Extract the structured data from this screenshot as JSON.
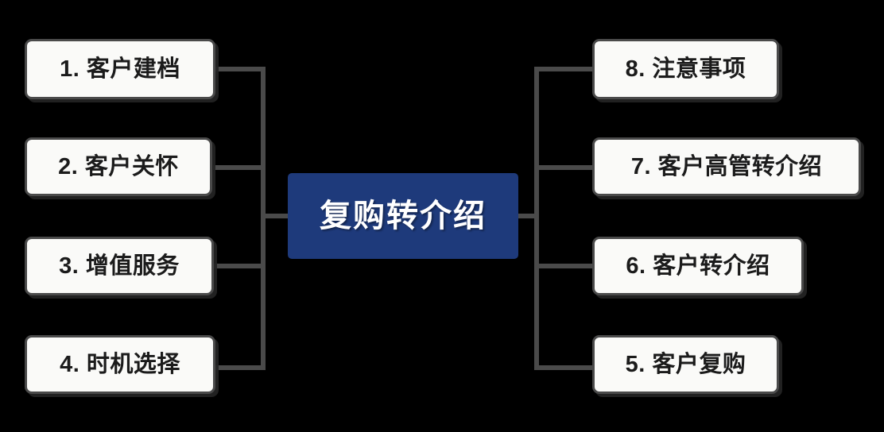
{
  "diagram": {
    "type": "mind-map",
    "title": "复购转介绍",
    "background_color": "#000000",
    "center": {
      "label": "复购转介绍",
      "fill_color": "#1e3a7b",
      "text_color": "#ffffff"
    },
    "branch_color": "#4a4a4a",
    "node_fill_color": "#fafaf8",
    "node_text_color": "#1b1b1b",
    "left_branch": [
      {
        "index": "1",
        "label": "1. 客户建档"
      },
      {
        "index": "2",
        "label": "2. 客户关怀"
      },
      {
        "index": "3",
        "label": "3. 增值服务"
      },
      {
        "index": "4",
        "label": "4. 时机选择"
      }
    ],
    "right_branch": [
      {
        "index": "8",
        "label": "8. 注意事项"
      },
      {
        "index": "7",
        "label": "7. 客户高管转介绍"
      },
      {
        "index": "6",
        "label": "6. 客户转介绍"
      },
      {
        "index": "5",
        "label": "5. 客户复购"
      }
    ]
  }
}
